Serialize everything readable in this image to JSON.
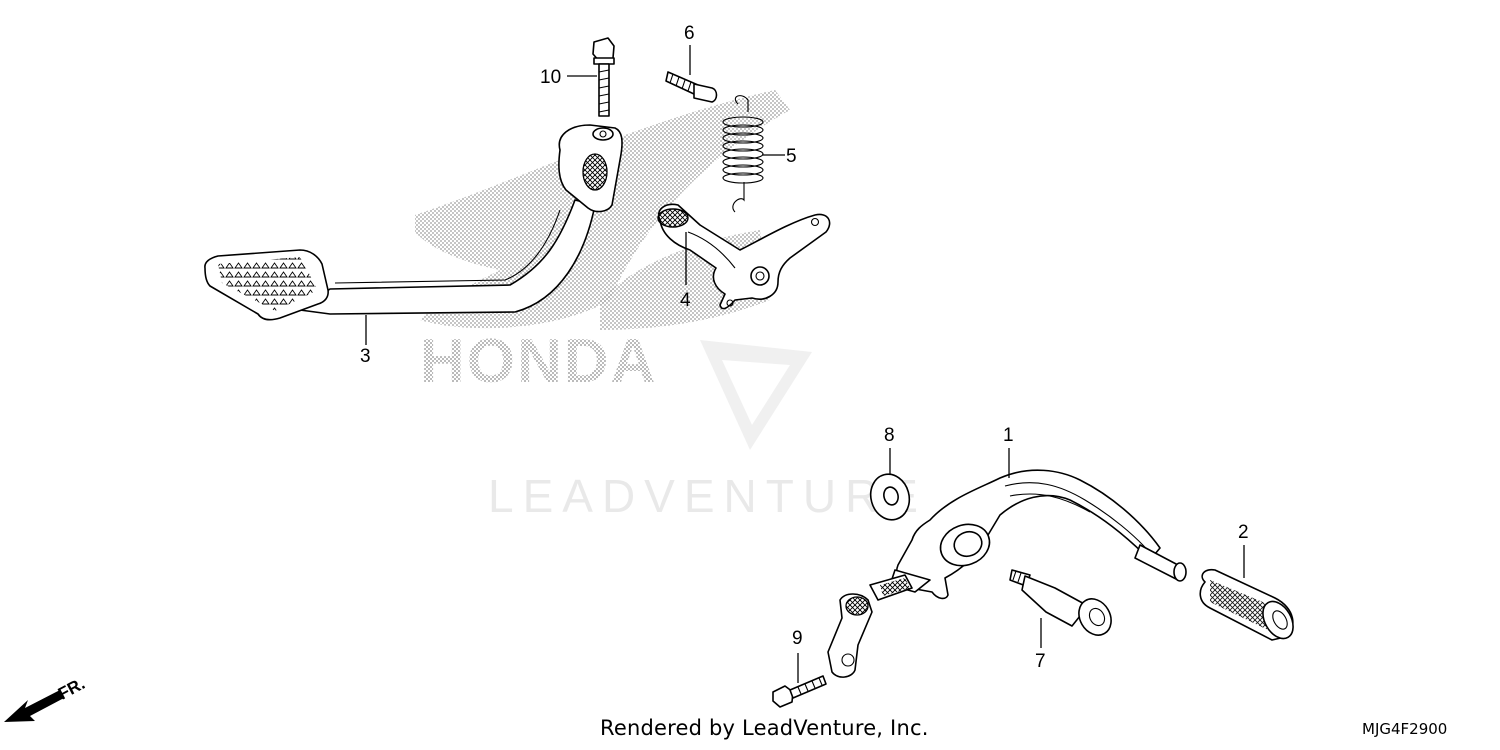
{
  "diagram": {
    "credit_text": "Rendered by LeadVenture, Inc.",
    "drawing_code": "MJG4F2900",
    "direction_label": "FR.",
    "watermark_brand": "HONDA",
    "watermark_text": "LEADVENTURE",
    "callouts": {
      "p1": "1",
      "p2": "2",
      "p3": "3",
      "p4": "4",
      "p5": "5",
      "p6": "6",
      "p7": "7",
      "p8": "8",
      "p9": "9",
      "p10": "10"
    }
  }
}
